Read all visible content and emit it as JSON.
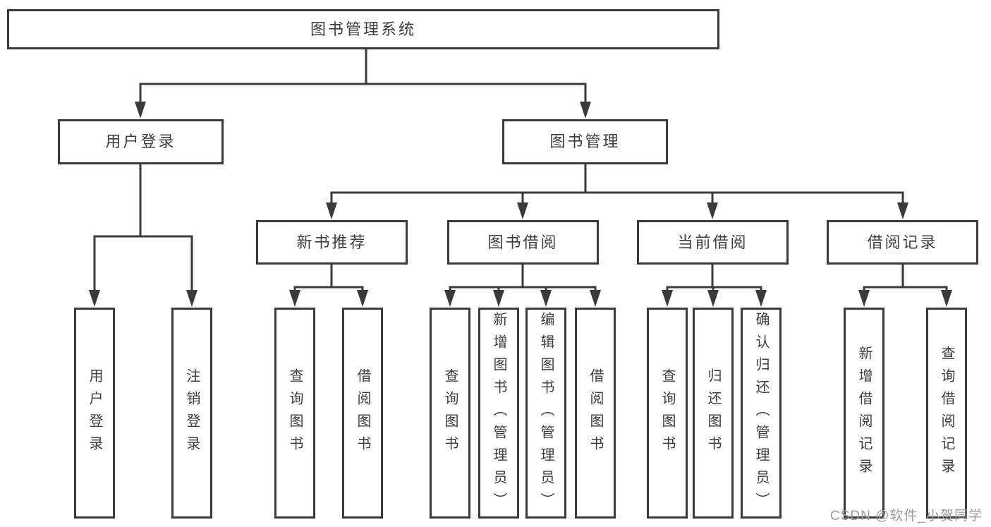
{
  "diagram": {
    "root": {
      "label": "图书管理系统"
    },
    "branches": {
      "user_login": {
        "label": "用户登录",
        "children": [
          {
            "label": "用户登录"
          },
          {
            "label": "注销登录"
          }
        ]
      },
      "book_management": {
        "label": "图书管理",
        "sections": [
          {
            "label": "新书推荐",
            "children": [
              {
                "label": "查询图书"
              },
              {
                "label": "借阅图书"
              }
            ]
          },
          {
            "label": "图书借阅",
            "children": [
              {
                "label": "查询图书"
              },
              {
                "label": "新增图书（管理员）"
              },
              {
                "label": "编辑图书（管理员）"
              },
              {
                "label": "借阅图书"
              }
            ]
          },
          {
            "label": "当前借阅",
            "children": [
              {
                "label": "查询图书"
              },
              {
                "label": "归还图书"
              },
              {
                "label": "确认归还（管理员）"
              }
            ]
          },
          {
            "label": "借阅记录",
            "children": [
              {
                "label": "新增借阅记录"
              },
              {
                "label": "查询借阅记录"
              }
            ]
          }
        ]
      }
    }
  },
  "watermark": {
    "text": "CSDN @软件_小贺同学"
  },
  "colors": {
    "line": "#3a3a3a",
    "text": "#3d3d3d",
    "watermark_gray": "#9c9c9c",
    "background": "#ffffff"
  }
}
